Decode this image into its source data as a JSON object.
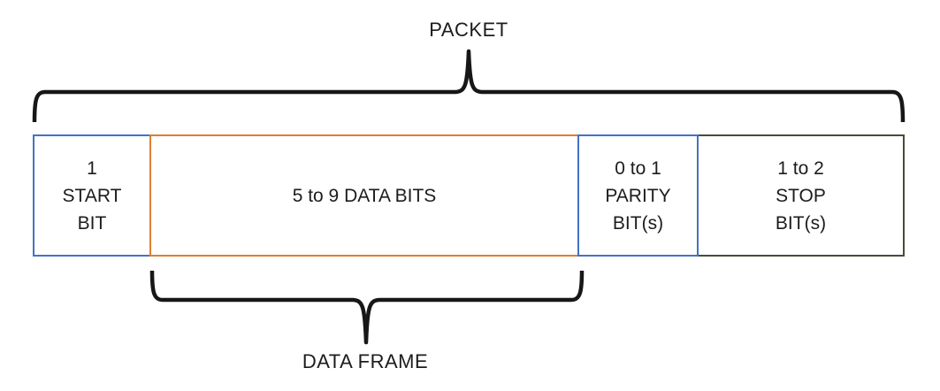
{
  "diagram": {
    "packet_label": "PACKET",
    "data_frame_label": "DATA FRAME",
    "text_color": "#1c1c1c",
    "brace_color": "#171717",
    "background_color": "#ffffff",
    "boxes": [
      {
        "id": "start-bit",
        "border_color": "#4472C4",
        "lines": [
          "1",
          "START",
          "BIT"
        ]
      },
      {
        "id": "data-bits",
        "border_color": "#DD7E33",
        "lines": [
          "5 to 9 DATA BITS"
        ]
      },
      {
        "id": "parity-bit",
        "border_color": "#4472C4",
        "lines": [
          "0 to 1",
          "PARITY",
          "BIT(s)"
        ]
      },
      {
        "id": "stop-bits",
        "border_color": "#454D38",
        "lines": [
          "1 to 2",
          "STOP",
          "BIT(s)"
        ]
      }
    ]
  }
}
